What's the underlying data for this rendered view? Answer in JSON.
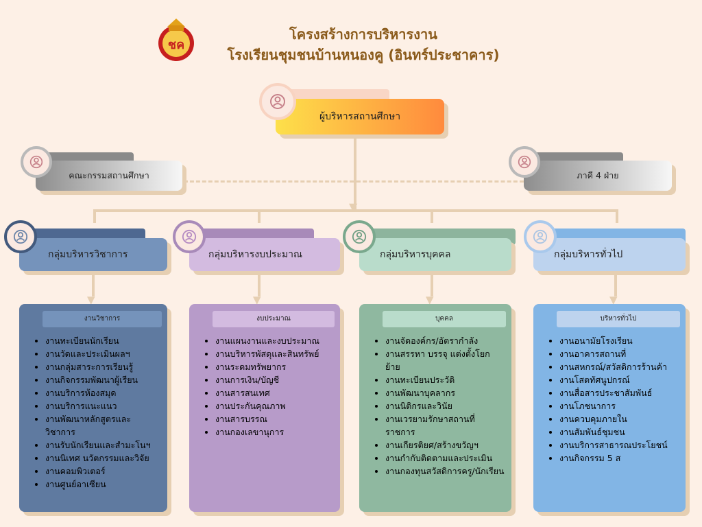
{
  "header": {
    "title_line1": "โครงสร้างการบริหารงาน",
    "title_line2": "โรงเรียนชุมชนบ้านหนองคู (อินทร์ประชาคาร)",
    "logo_letters": "ชค"
  },
  "top": {
    "label": "ผู้บริหารสถานศึกษา"
  },
  "left": {
    "label": "คณะกรรมสถานศึกษา"
  },
  "right": {
    "label": "ภาคี 4 ฝ่าย"
  },
  "groups": [
    {
      "label": "กลุ่มบริหารวิชาการ",
      "card_title": "งานวิชาการ",
      "items": [
        "งานทะเบียนนักเรียน",
        "งานวัดและประเมินผลฯ",
        "งานกลุ่มสาระการเรียนรู้",
        "งานกิจกรรมพัฒนาผู้เรียน",
        "งานบริการห้องสมุด",
        "งานบริการแนะแนว",
        "งานพัฒนาหลักสูตรและวิชาการ",
        "งานรับนักเรียนและสำมะโนฯ",
        "งานนิเทศ นวัตกรรมและวิจัย",
        "งานคอมพิวเตอร์",
        "งานศูนย์อาเซียน"
      ]
    },
    {
      "label": "กลุ่มบริหารงบประมาณ",
      "card_title": "งบประมาณ",
      "items": [
        "งานแผนงานและงบประมาณ",
        "งานบริหารพัสดุและสินทรัพย์",
        "งานระดมทรัพยากร",
        "งานการเงิน/บัญชี",
        "งานสารสนเทศ",
        "งานประกันคุณภาพ",
        "งานสารบรรณ",
        "งานกองเลขานุการ"
      ]
    },
    {
      "label": "กลุ่มบริหารบุคคล",
      "card_title": "บุคคล",
      "items": [
        "งานจัดองค์กร/อัตรากำลัง",
        "งานสรรหา บรรจุ แต่งตั้งโยกย้าย",
        "งานทะเบียนประวัติ",
        "งานพัฒนาบุคลากร",
        "งานนิติกรและวินัย",
        "งานเวรยามรักษาสถานที่ราชการ",
        "งานเกียรติยศ/สร้างขวัญฯ",
        "งานกำกับติดตามและประเมิน",
        "งานกองทุนสวัสดิการครู/นักเรียน"
      ]
    },
    {
      "label": "กลุ่มบริหารทั่วไป",
      "card_title": "บริหารทั่วไป",
      "items": [
        "งานอนามัยโรงเรียน",
        "งานอาคารสถานที่",
        "งานสหกรณ์/สวัสดิการร้านค้า",
        "งานโสตทัศนูปกรณ์",
        "งานสื่อสารประชาสัมพันธ์",
        "งานโภชนาการ",
        "งานควบคุมภายใน",
        "งานสัมพันธ์ชุมชน",
        "งานบริการสาธารณประโยชน์",
        "งานกิจกรรม 5 ส"
      ]
    }
  ],
  "colors": {
    "background": "#fdf0e6",
    "connector": "#e6cfb2",
    "title": "#8a5a1a",
    "academic": "#5f7aa0",
    "budget": "#b597c7",
    "personnel": "#8fb8a0",
    "general": "#82b5e5"
  }
}
